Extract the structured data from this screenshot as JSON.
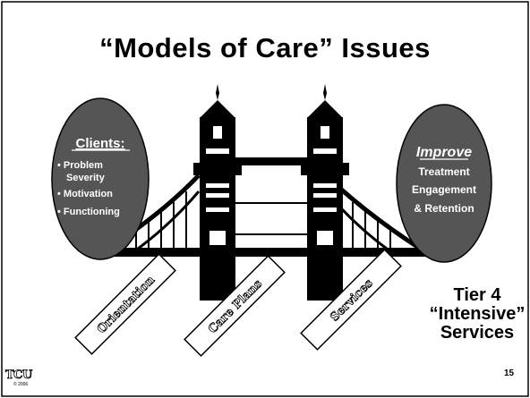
{
  "title": "“Models of Care” Issues",
  "left_bubble": {
    "heading": "Clients:",
    "items": [
      "• Problem",
      "Severity",
      "• Motivation",
      "• Functioning"
    ]
  },
  "right_bubble": {
    "heading": "Improve",
    "lines": [
      "Treatment",
      "Engagement",
      "& Retention"
    ]
  },
  "signs": [
    "Orientation",
    "Care Plans",
    "Services"
  ],
  "tier": {
    "line1": "Tier 4",
    "line2": "“Intensive”",
    "line3": "Services"
  },
  "page_number": "15",
  "logo": {
    "text": "TCU",
    "sub": "© 2006"
  }
}
